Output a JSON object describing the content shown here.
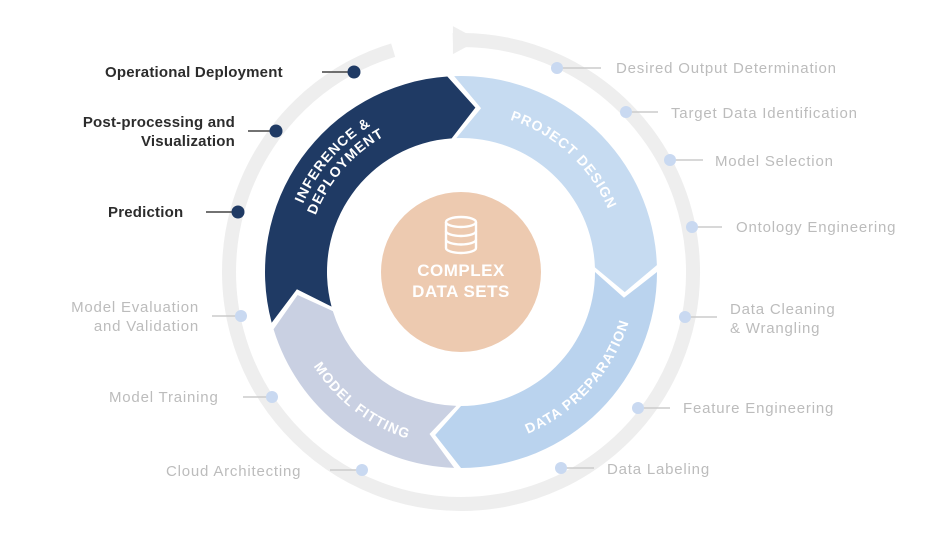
{
  "colors": {
    "inference": "#1f3a64",
    "project_design": "#c6dbf1",
    "data_preparation": "#bad3ee",
    "model_fitting": "#c9d0e2",
    "center": "#edcab0",
    "outer_ring": "#eeeeee",
    "dot_active": "#1f3a64",
    "dot_inactive": "#c9d9f1",
    "text_active": "#2c2c2c",
    "text_inactive": "#bcbcbc"
  },
  "center": {
    "line1": "COMPLEX",
    "line2": "DATA SETS",
    "icon": "database-icon"
  },
  "segments": {
    "inference": {
      "line1": "INFERENCE &",
      "line2": "DEPLOYMENT"
    },
    "project_design": {
      "label": "PROJECT DESIGN"
    },
    "data_preparation": {
      "label": "DATA PREPARATION"
    },
    "model_fitting": {
      "label": "MODEL FITTING"
    }
  },
  "steps": {
    "desired_output": {
      "line1": "Desired Output Determination"
    },
    "target_data": {
      "line1": "Target Data Identification"
    },
    "model_selection": {
      "line1": "Model Selection"
    },
    "ontology": {
      "line1": "Ontology Engineering"
    },
    "data_cleaning": {
      "line1": "Data Cleaning",
      "line2": "& Wrangling"
    },
    "feature_engineering": {
      "line1": "Feature Engineering"
    },
    "data_labeling": {
      "line1": "Data Labeling"
    },
    "cloud_architecting": {
      "line1": "Cloud Architecting"
    },
    "model_training": {
      "line1": "Model Training"
    },
    "model_evaluation": {
      "line1": "Model Evaluation",
      "line2": "and Validation"
    },
    "prediction": {
      "line1": "Prediction"
    },
    "post_processing": {
      "line1": "Post-processing and",
      "line2": "Visualization"
    },
    "operational_deployment": {
      "line1": "Operational Deployment"
    }
  }
}
